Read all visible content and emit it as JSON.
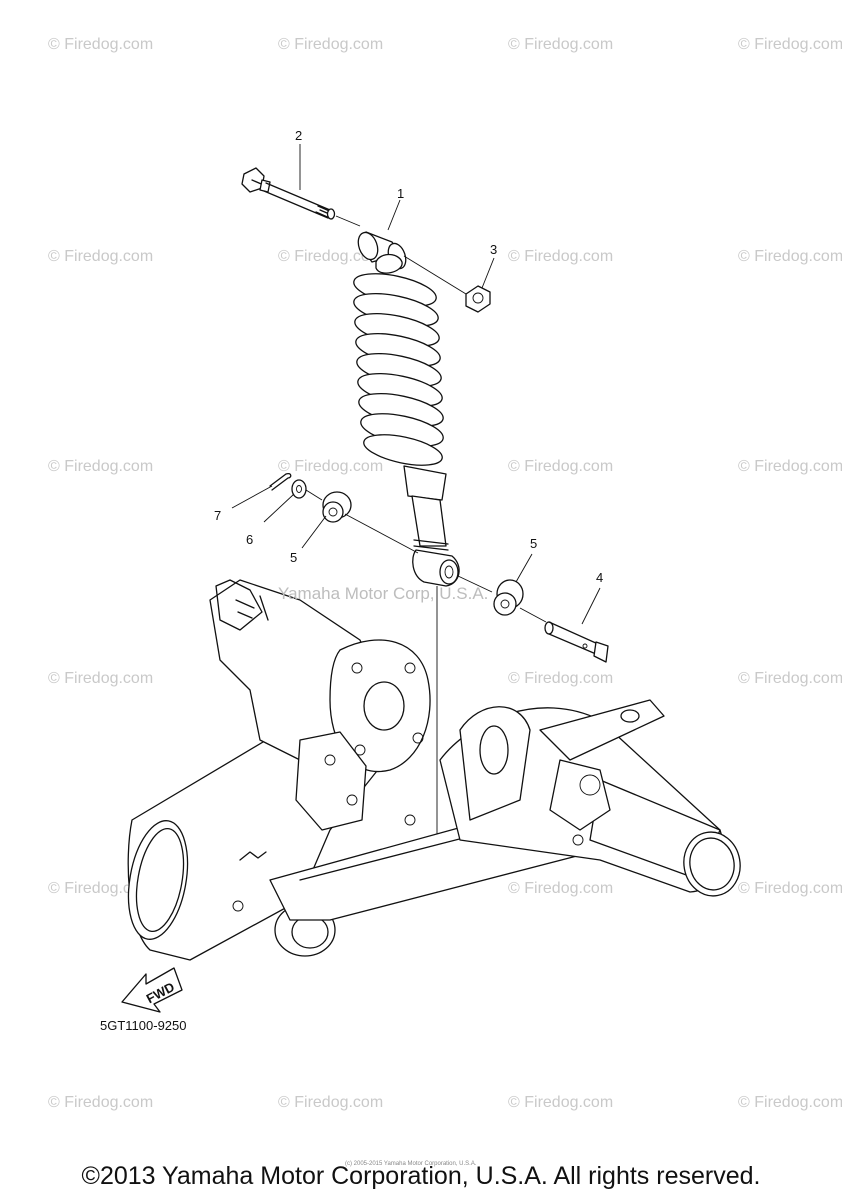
{
  "watermark_text": "© Firedog.com",
  "center_watermark": "Yamaha Motor Corp, U.S.A.",
  "tiny_note": "(c) 2005-2015 Yamaha Motor Corporation, U.S.A.",
  "callouts": {
    "c1": "1",
    "c2": "2",
    "c3": "3",
    "c4": "4",
    "c5a": "5",
    "c5b": "5",
    "c6": "6",
    "c7": "7"
  },
  "fwd_label": "FWD",
  "part_code": "5GT1100-9250",
  "copyright": "©2013 Yamaha Motor Corporation, U.S.A. All rights reserved."
}
